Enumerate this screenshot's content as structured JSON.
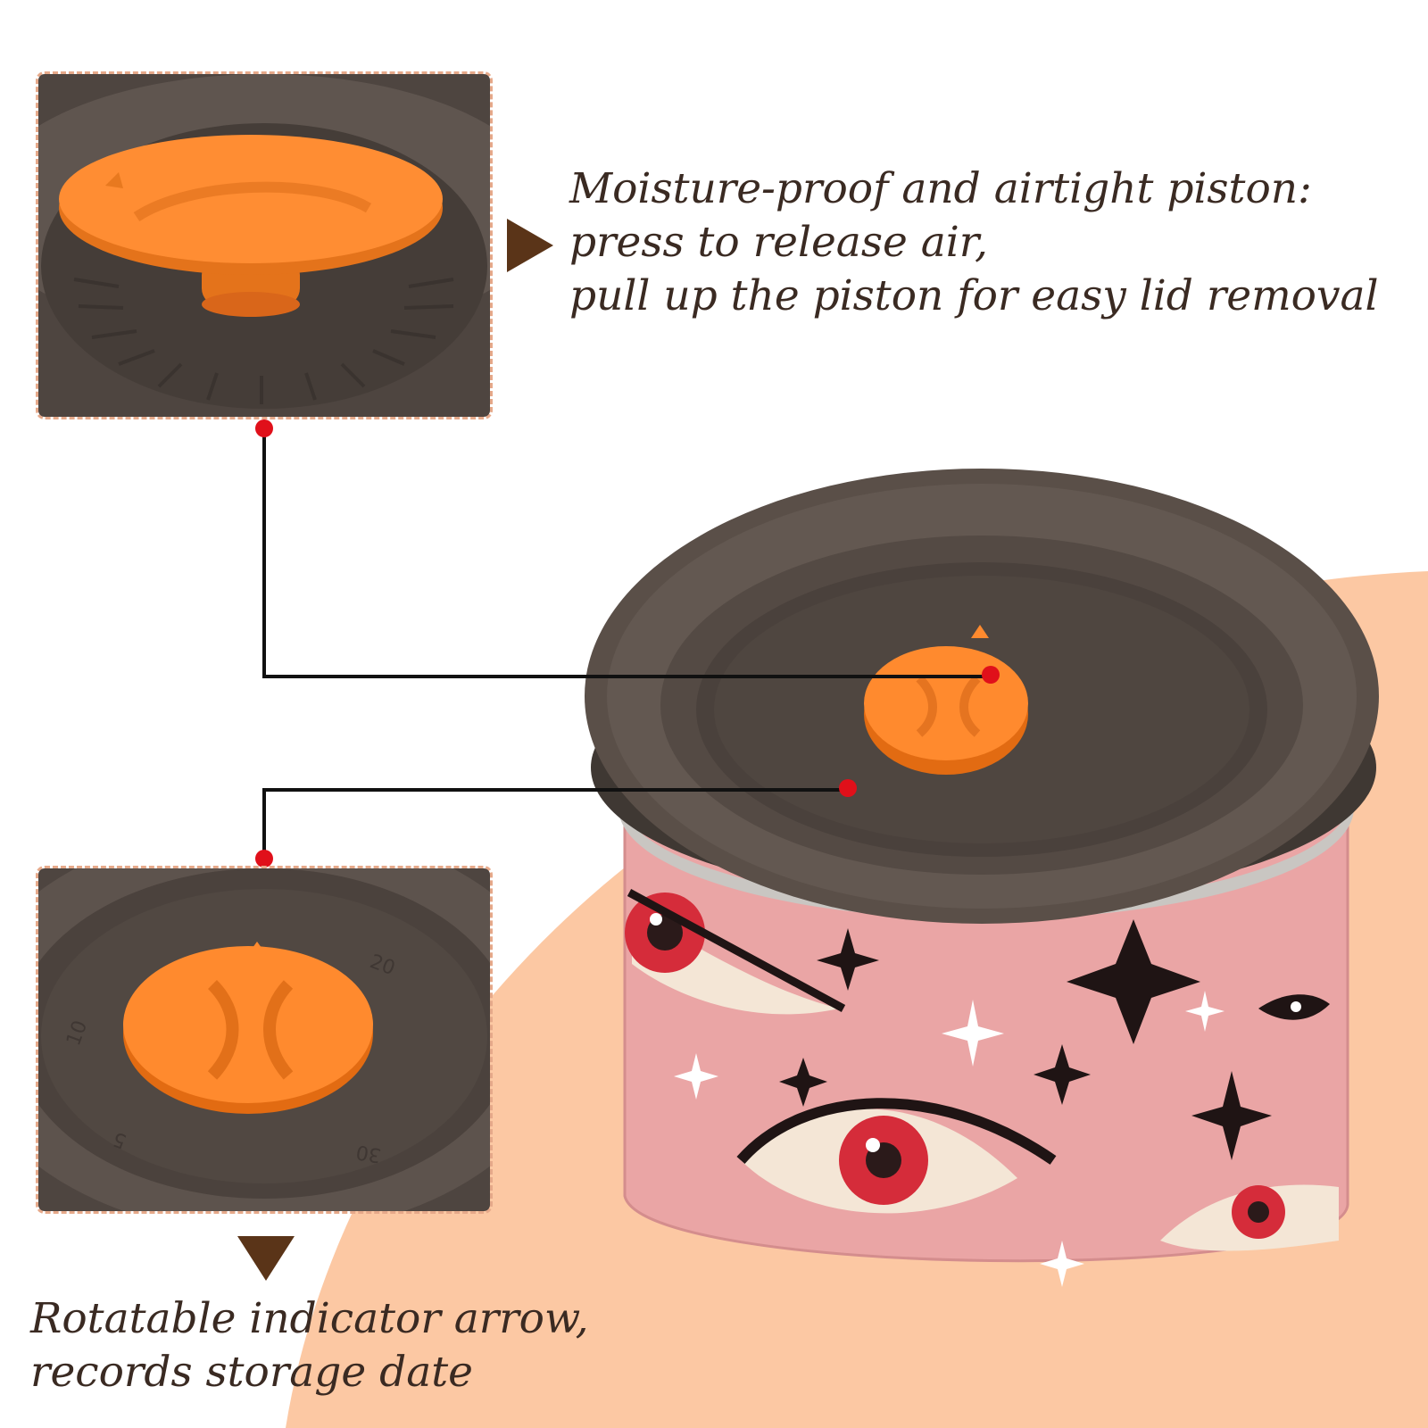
{
  "colors": {
    "background": "#ffffff",
    "peach_blob": "#fcc8a3",
    "lid_dark": "#5a4f48",
    "piston_orange": "#ff8a2e",
    "leader_dot": "#e0101a",
    "pointer_brown": "#5a3418",
    "frame_dashed": "#e6a98a",
    "canister_pink": "#eaa5a5",
    "caption_text": "#3a2a22"
  },
  "callout_top": {
    "lines": [
      "Moisture-proof and airtight piston:",
      "press to release air,",
      "pull up the piston for easy lid removal"
    ],
    "pointer_icon": "triangle-right-icon"
  },
  "callout_bottom": {
    "lines": [
      "Rotatable indicator arrow,",
      "records storage date"
    ],
    "pointer_icon": "triangle-down-icon"
  },
  "lid_scale_labels": [
    "5",
    "20",
    "10",
    "30"
  ]
}
